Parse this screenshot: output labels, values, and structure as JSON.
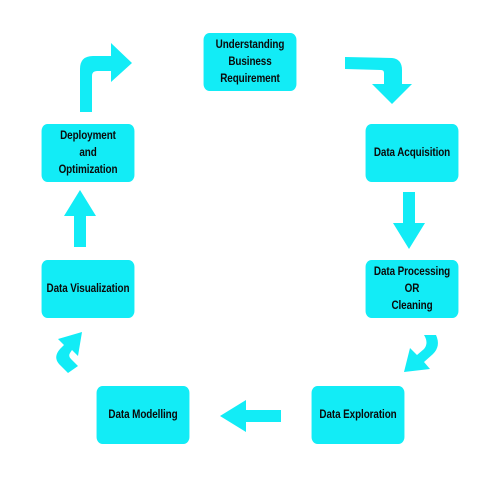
{
  "diagram": {
    "colors": {
      "box_fill": "#12ecf6",
      "arrow_fill": "#12ecf6",
      "text": "#0a0a0a",
      "background": "#ffffff"
    },
    "steps": [
      {
        "id": "understanding",
        "label": "Understanding\nBusiness Requirement"
      },
      {
        "id": "acquisition",
        "label": "Data Acquisition"
      },
      {
        "id": "processing",
        "label": "Data Processing\nOR\nCleaning"
      },
      {
        "id": "exploration",
        "label": "Data Exploration"
      },
      {
        "id": "modelling",
        "label": "Data Modelling"
      },
      {
        "id": "visualization",
        "label": "Data Visualization"
      },
      {
        "id": "deployment",
        "label": "Deployment\nand\nOptimization"
      }
    ],
    "flow": [
      [
        "understanding",
        "acquisition"
      ],
      [
        "acquisition",
        "processing"
      ],
      [
        "processing",
        "exploration"
      ],
      [
        "exploration",
        "modelling"
      ],
      [
        "modelling",
        "visualization"
      ],
      [
        "visualization",
        "deployment"
      ],
      [
        "deployment",
        "understanding"
      ]
    ]
  }
}
